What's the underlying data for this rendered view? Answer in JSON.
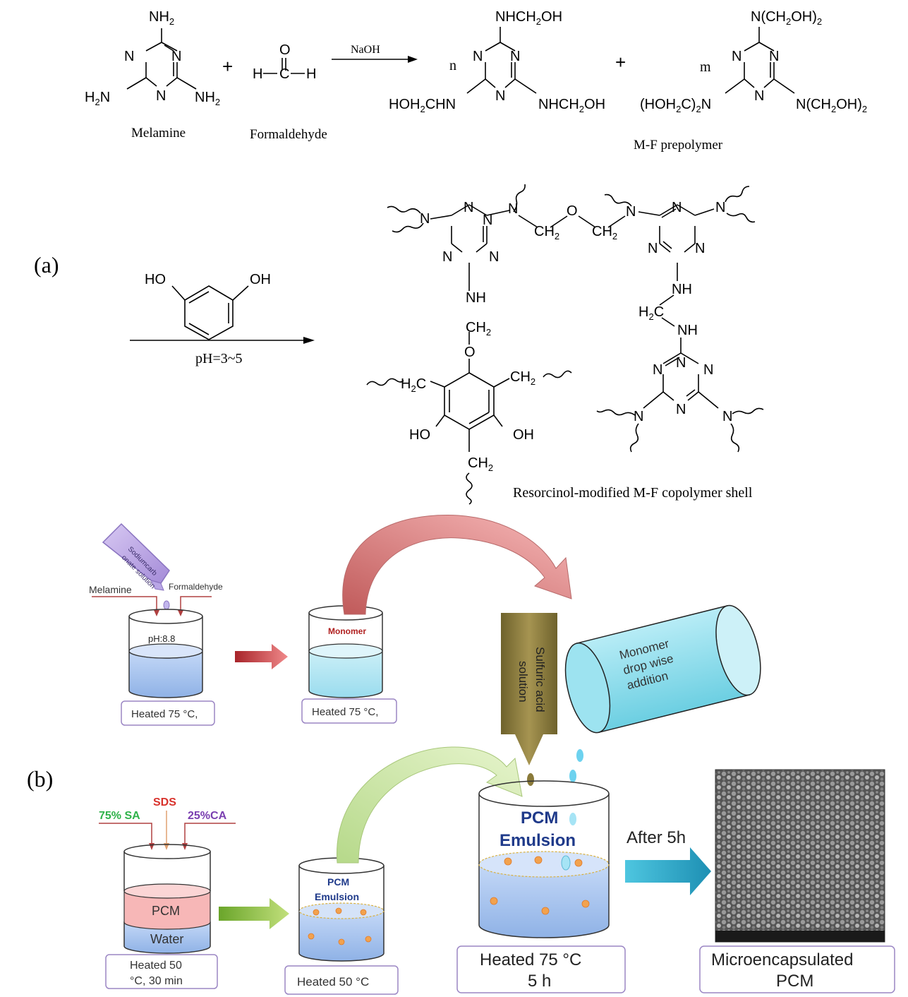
{
  "panel_a": {
    "label": "(a)",
    "nh2_top": "NH",
    "nh2_sub": "2",
    "h2n_left_h": "H",
    "h2n_left_sub": "2",
    "h2n_left_n": "N",
    "nh2_right": "NH",
    "nh2_right_sub": "2",
    "ring_n": "N",
    "plus": "+",
    "formaldehyde_o": "O",
    "formaldehyde_h": "H",
    "formaldehyde_c": "C",
    "reagent_naoh": "NaOH",
    "coef_n": "n",
    "coef_m": "m",
    "nhch2oh_a": "NHCH",
    "nhch2oh_b": "OH",
    "hoh2chn_a": "HOH",
    "hoh2chn_b": "CHN",
    "sub2": "2",
    "nch2oh2_a": "N(CH",
    "nch2oh2_b": "OH)",
    "hoh2c2n_a": "(HOH",
    "hoh2c2n_b": "C)",
    "hoh2c2n_c": "N",
    "melamine": "Melamine",
    "formaldehyde": "Formaldehyde",
    "prepolymer": "M-F prepolymer",
    "ho": "HO",
    "oh": "OH",
    "ph_condition": "pH=3~5",
    "nh": "NH",
    "ch2": "CH",
    "h2c": "H",
    "o": "O",
    "shell": "Resorcinol-modified M-F copolymer shell"
  },
  "panel_b": {
    "label": "(b)",
    "bottle_label_1": "Sodiumcarb",
    "bottle_label_2": "onate solution",
    "melamine": "Melamine",
    "formaldehyde": "Formaldehyde",
    "ph": "pH:8.8",
    "heated_75_a": "Heated 75 °C,",
    "monomer": "Monomer",
    "heated_75_b": "Heated 75 °C,",
    "sulfuric_1": "Sulfuric acid",
    "sulfuric_2": "solution",
    "monomer_drop_1": "Monomer",
    "monomer_drop_2": "drop wise",
    "monomer_drop_3": "addition",
    "sds": "SDS",
    "sa": "75% SA",
    "ca": "25%CA",
    "pcm": "PCM",
    "water": "Water",
    "heated_50_30_1": "Heated 50",
    "heated_50_30_2": "°C, 30 min",
    "pcm_emulsion_1": "PCM",
    "pcm_emulsion_2": "Emulsion",
    "heated_50": "Heated 50 °C",
    "pcm_emulsion_big_1": "PCM",
    "pcm_emulsion_big_2": "Emulsion",
    "heated_75_5h_1": "Heated 75 °C",
    "heated_75_5h_2": "5 h",
    "after_5h": "After 5h",
    "micro_1": "Microencapsulated",
    "micro_2": "PCM"
  },
  "colors": {
    "red_arrow": "#c0393b",
    "green_arrow": "#8cc63f",
    "cyan_arrow": "#2aa6c8",
    "box_border": "#9b86c4",
    "acid_bar": "#8a7a3a",
    "monomer_drum": "#8fe0ee",
    "pcm_pink": "#f6b4b4",
    "water_blue": "#a9c8f0",
    "sa_green": "#2fb24a",
    "sds_red": "#d8322c",
    "ca_purple": "#7a3fb0",
    "emulsion_navy": "#1f3a8a"
  }
}
